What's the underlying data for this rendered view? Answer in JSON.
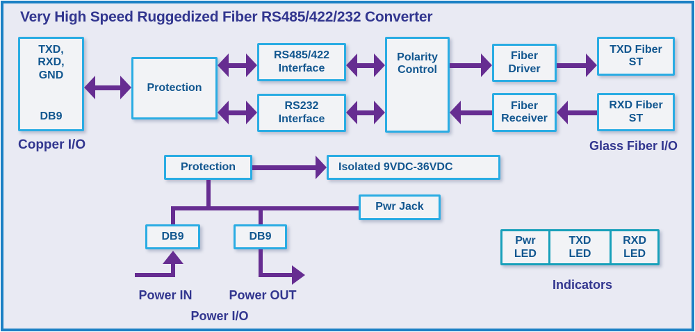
{
  "title": "Very High Speed Ruggedized Fiber RS485/422/232 Converter",
  "colors": {
    "frame_border": "#1b80c4",
    "background": "#e9eaf3",
    "box_border_cyan": "#2aace3",
    "led_border_teal": "#18a0ba",
    "box_fill": "#f2f3f6",
    "box_text": "#11568f",
    "label_text": "#32368f",
    "arrow_purple": "#662d91"
  },
  "top": {
    "db9_io": {
      "signals": [
        "TXD,",
        "RXD,",
        "GND"
      ],
      "connector": "DB9"
    },
    "copper_label": "Copper I/O",
    "protection": "Protection",
    "rs485": {
      "lines": [
        "RS485/422",
        "Interface"
      ]
    },
    "rs232": {
      "lines": [
        "RS232",
        "Interface"
      ]
    },
    "polarity": {
      "lines": [
        "Polarity",
        "Control"
      ]
    },
    "fiber_driver": {
      "lines": [
        "Fiber",
        "Driver"
      ]
    },
    "fiber_receiver": {
      "lines": [
        "Fiber",
        "Receiver"
      ]
    },
    "txd_fiber": {
      "lines": [
        "TXD Fiber",
        "ST"
      ]
    },
    "rxd_fiber": {
      "lines": [
        "RXD Fiber",
        "ST"
      ]
    },
    "glass_label": "Glass Fiber I/O"
  },
  "power": {
    "protection": "Protection",
    "isolated": "Isolated 9VDC-36VDC",
    "pwr_jack": "Pwr Jack",
    "db9_in": "DB9",
    "db9_out": "DB9",
    "power_in_label": "Power IN",
    "power_out_label": "Power OUT",
    "power_io_label": "Power I/O"
  },
  "indicators": {
    "cells": [
      {
        "lines": [
          "Pwr",
          "LED"
        ]
      },
      {
        "lines": [
          "TXD",
          "LED"
        ]
      },
      {
        "lines": [
          "RXD",
          "LED"
        ]
      }
    ],
    "label": "Indicators"
  }
}
